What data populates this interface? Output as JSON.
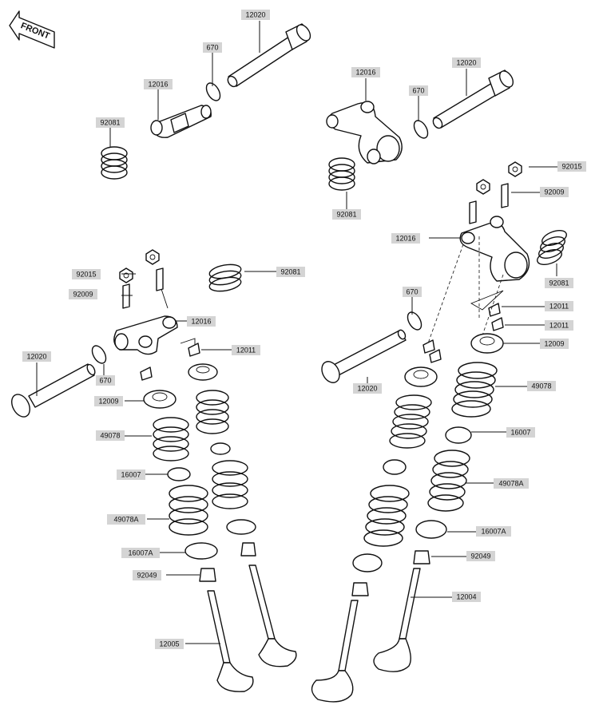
{
  "front_marker": {
    "text": "FRONT",
    "icon": "front-arrow-icon"
  },
  "labels": [
    {
      "id": "l01",
      "text": "12020"
    },
    {
      "id": "l02",
      "text": "670"
    },
    {
      "id": "l03",
      "text": "12016"
    },
    {
      "id": "l04",
      "text": "92081"
    },
    {
      "id": "l05",
      "text": "12016"
    },
    {
      "id": "l06",
      "text": "670"
    },
    {
      "id": "l07",
      "text": "12020"
    },
    {
      "id": "l08",
      "text": "92015"
    },
    {
      "id": "l09",
      "text": "92009"
    },
    {
      "id": "l10",
      "text": "92081"
    },
    {
      "id": "l11",
      "text": "12016"
    },
    {
      "id": "l12",
      "text": "92081"
    },
    {
      "id": "l13",
      "text": "670"
    },
    {
      "id": "l14",
      "text": "12011"
    },
    {
      "id": "l15",
      "text": "12011"
    },
    {
      "id": "l16",
      "text": "12009"
    },
    {
      "id": "l17",
      "text": "12020"
    },
    {
      "id": "l18",
      "text": "49078"
    },
    {
      "id": "l19",
      "text": "16007"
    },
    {
      "id": "l20",
      "text": "49078A"
    },
    {
      "id": "l21",
      "text": "16007A"
    },
    {
      "id": "l22",
      "text": "92049"
    },
    {
      "id": "l23",
      "text": "12004"
    },
    {
      "id": "l24",
      "text": "92015"
    },
    {
      "id": "l25",
      "text": "92081"
    },
    {
      "id": "l26",
      "text": "92009"
    },
    {
      "id": "l27",
      "text": "12016"
    },
    {
      "id": "l28",
      "text": "12011"
    },
    {
      "id": "l29",
      "text": "12020"
    },
    {
      "id": "l30",
      "text": "670"
    },
    {
      "id": "l31",
      "text": "12009"
    },
    {
      "id": "l32",
      "text": "49078"
    },
    {
      "id": "l33",
      "text": "16007"
    },
    {
      "id": "l34",
      "text": "49078A"
    },
    {
      "id": "l35",
      "text": "16007A"
    },
    {
      "id": "l36",
      "text": "92049"
    },
    {
      "id": "l37",
      "text": "12005"
    }
  ]
}
